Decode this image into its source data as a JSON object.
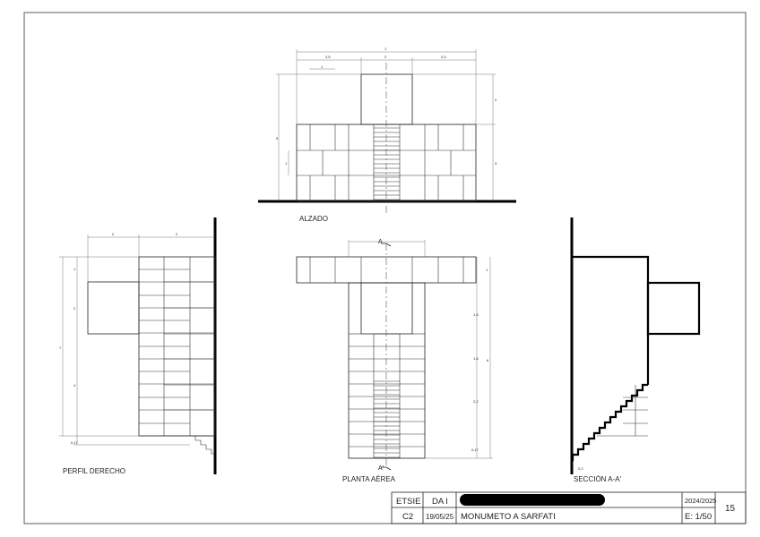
{
  "views": {
    "elevation": {
      "label": "ALZADO",
      "dims": {
        "total": "1",
        "left": "2,5",
        "center": "2",
        "right": "2,5",
        "small": "1",
        "h_total": "5",
        "h_row": "1",
        "h_upper": "2",
        "h_lower": "3"
      }
    },
    "side": {
      "label": "PERFIL DERECHO",
      "dims": {
        "w1": "2",
        "w2": "2",
        "h_total": "7",
        "h_top": "1",
        "h_2": "2",
        "h_4": "4",
        "h_step": "0,17"
      }
    },
    "plan": {
      "label": "PLANTA AÉREA",
      "section_mark": "A",
      "section_mark_bottom": "A'",
      "dims": {
        "d1": "1",
        "d2": "1,5",
        "d3": "1,8",
        "total": "6",
        "d4": "2,2",
        "d5": "0,17"
      }
    },
    "section": {
      "label": "SECCIÓN A-A'",
      "dims": {
        "step": "0,2"
      }
    }
  },
  "title_block": {
    "school": "ETSIE",
    "course": "DA I",
    "year": "2024/2025",
    "sheet_number": "15",
    "group": "C2",
    "date": "19/05/25",
    "title": "MONUMETO A SARFATI",
    "scale": "E: 1/50"
  }
}
